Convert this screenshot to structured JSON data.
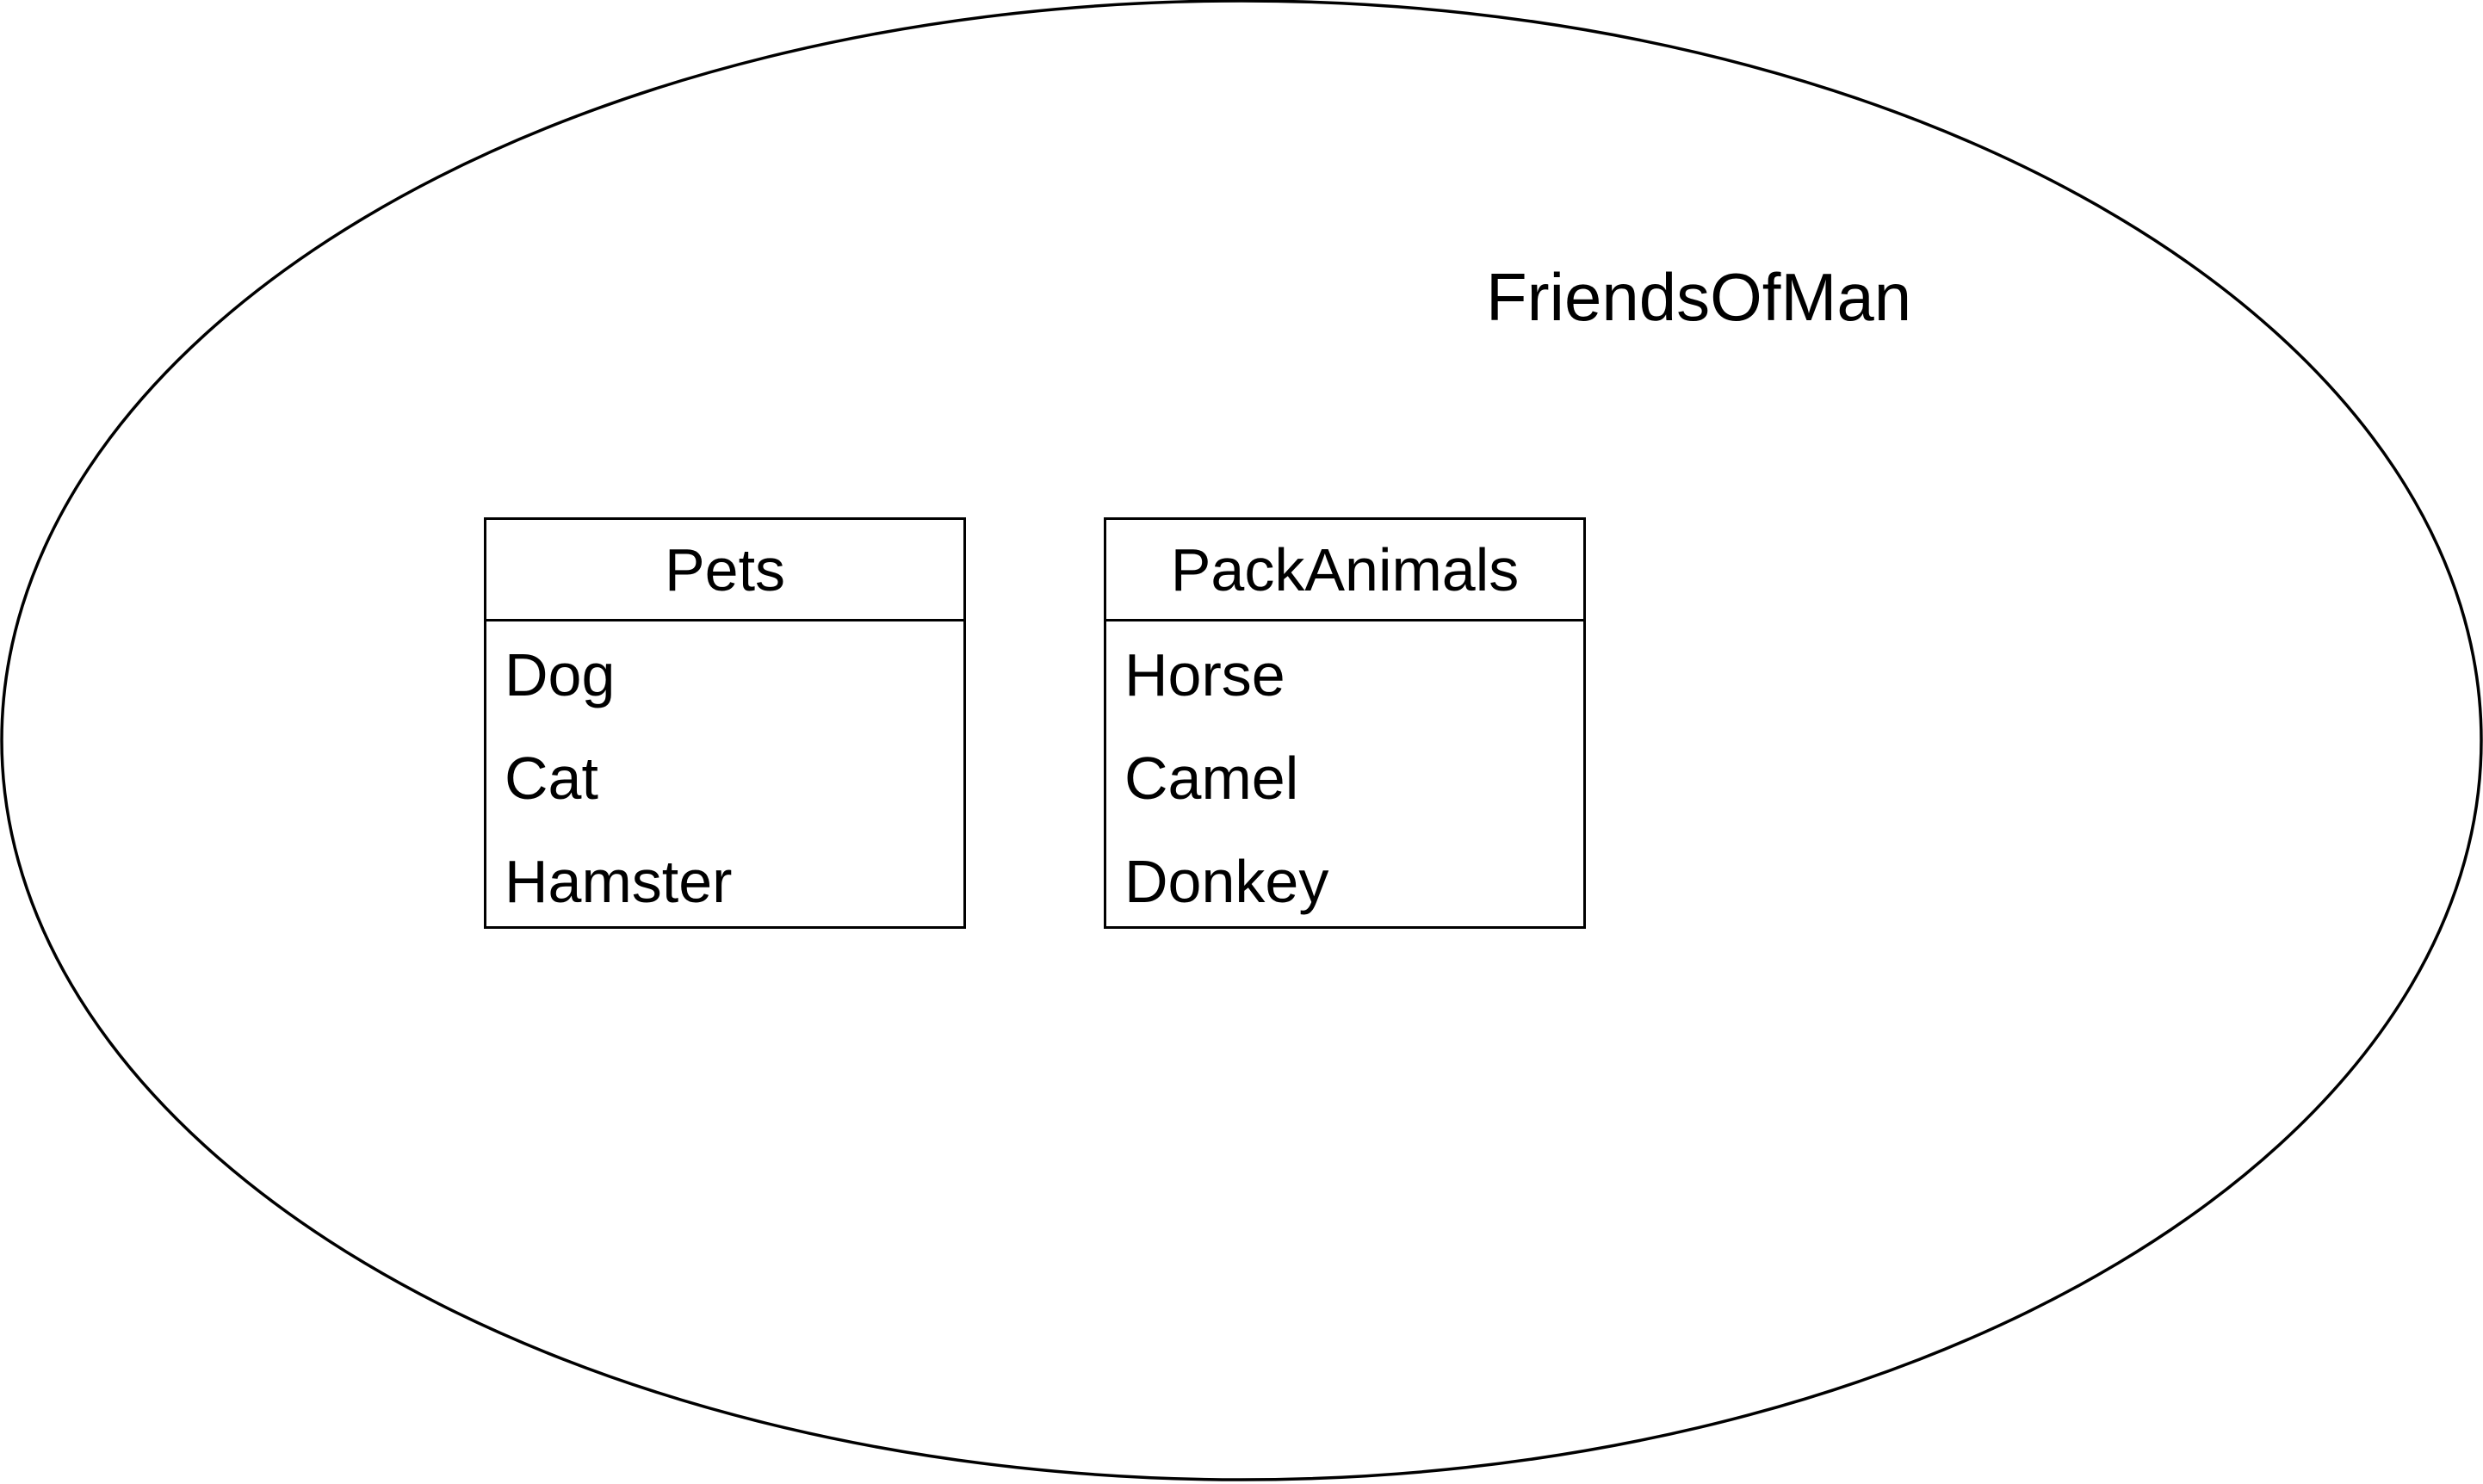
{
  "diagram": {
    "container": {
      "label": "FriendsOfMan"
    },
    "classes": [
      {
        "name": "Pets",
        "items": [
          "Dog",
          "Cat",
          "Hamster"
        ]
      },
      {
        "name": "PackAnimals",
        "items": [
          "Horse",
          "Camel",
          "Donkey"
        ]
      }
    ]
  },
  "colors": {
    "stroke": "#000000",
    "background": "#ffffff"
  }
}
